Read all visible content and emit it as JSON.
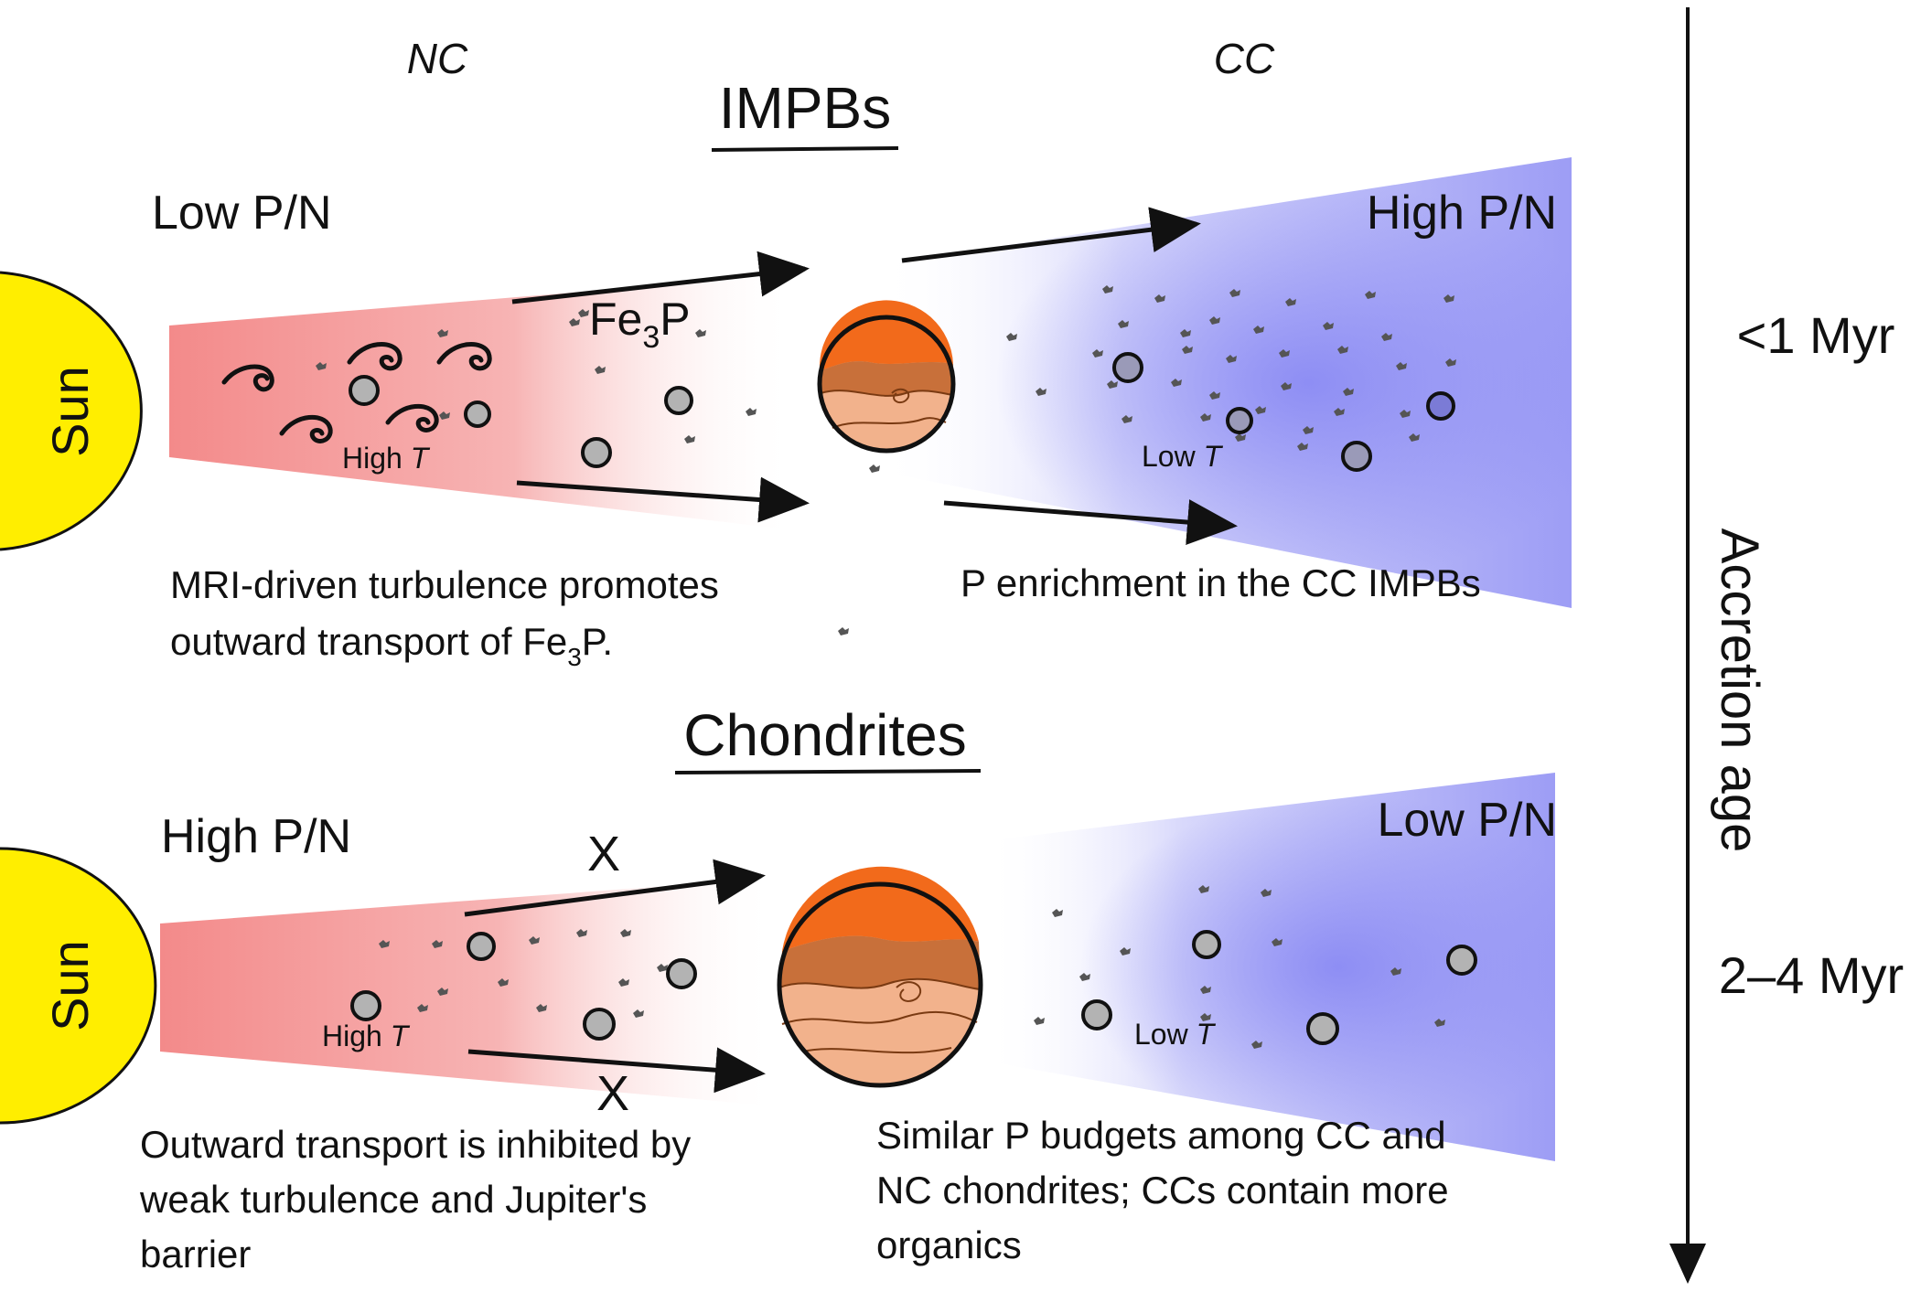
{
  "columns": {
    "left": "NC",
    "right": "CC"
  },
  "time_axis": {
    "label": "Accretion age",
    "early": "<1 Myr",
    "late": "2–4 Myr"
  },
  "panels": {
    "top": {
      "title": "IMPBs",
      "sun": "Sun",
      "left_pn": "Low P/N",
      "right_pn": "High P/N",
      "species_main": "Fe",
      "species_sub": "3",
      "species_end": "P",
      "inner_temp_word": "High",
      "outer_temp_word": "Low",
      "temp_symbol": "T",
      "caption_left_line1": "MRI-driven turbulence promotes",
      "caption_left_line2_pre": "outward transport of Fe",
      "caption_left_line2_sub": "3",
      "caption_left_line2_post": "P.",
      "caption_right": "P enrichment in the CC IMPBs"
    },
    "bottom": {
      "title": "Chondrites",
      "sun": "Sun",
      "left_pn": "High P/N",
      "right_pn": "Low P/N",
      "blocked_mark": "X",
      "inner_temp_word": "High",
      "outer_temp_word": "Low",
      "temp_symbol": "T",
      "caption_left": [
        "Outward transport is inhibited by",
        "weak turbulence and Jupiter's",
        "barrier"
      ],
      "caption_right": [
        "Similar P budgets among CC and",
        "NC chondrites; CCs contain more",
        "organics"
      ]
    }
  },
  "colors": {
    "sun": "#ffee00",
    "inner_disk": "#f08080",
    "outer_disk": "#8080f0",
    "jupiter_orange": "#f26a1b",
    "jupiter_brown": "#c8703a",
    "jupiter_tan": "#f2b28c"
  }
}
